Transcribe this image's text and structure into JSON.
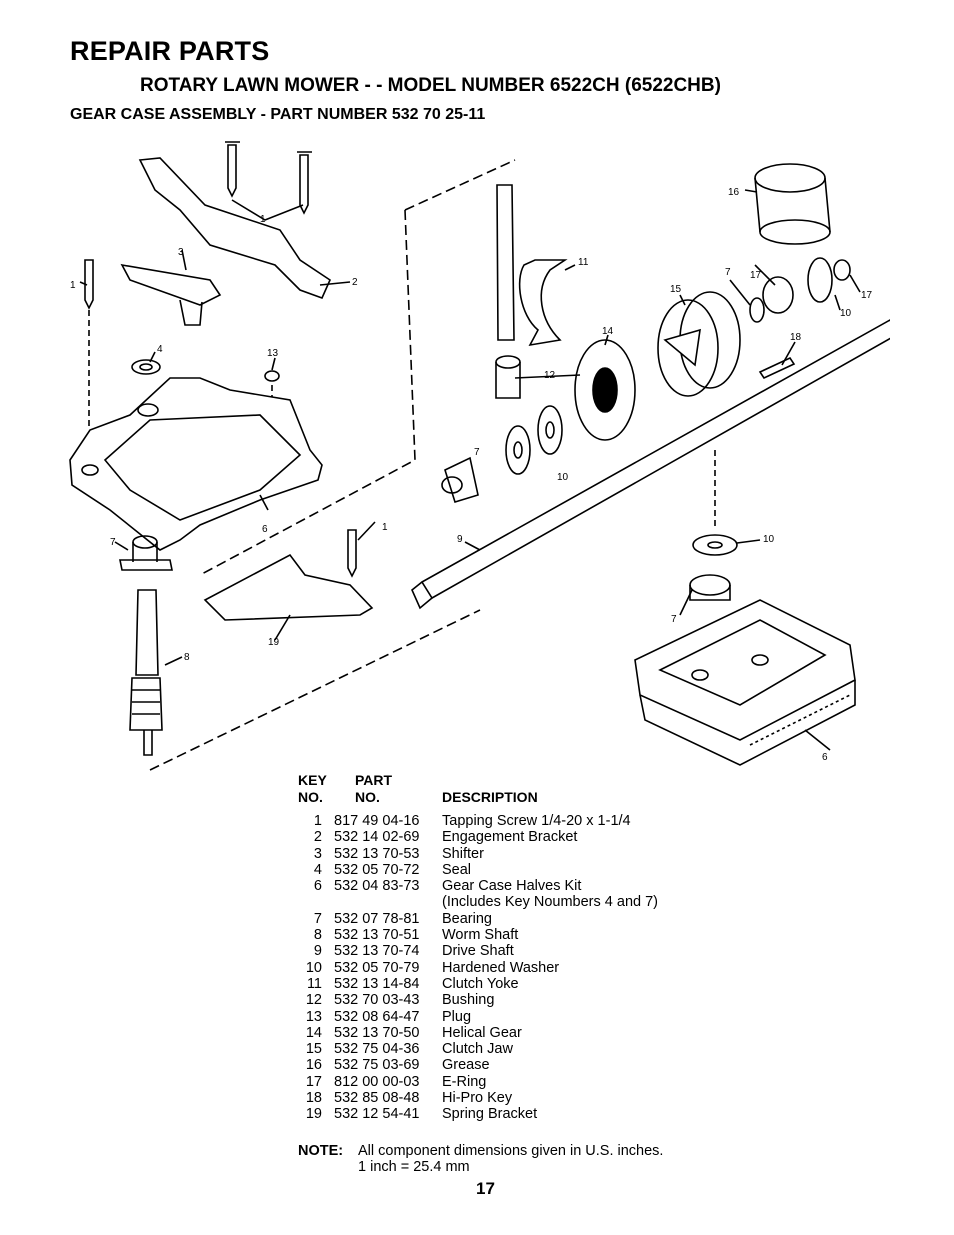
{
  "header": {
    "title": "REPAIR PARTS",
    "model_line": "ROTARY LAWN MOWER - - MODEL NUMBER 6522CH (6522CHB)",
    "assembly_line": "GEAR CASE ASSEMBLY - PART NUMBER 532 70 25-11"
  },
  "diagram": {
    "callouts": [
      "1",
      "1",
      "1",
      "2",
      "3",
      "4",
      "6",
      "6",
      "7",
      "7",
      "7",
      "7",
      "8",
      "9",
      "10",
      "10",
      "10",
      "11",
      "12",
      "13",
      "14",
      "15",
      "16",
      "17",
      "17",
      "18",
      "19"
    ]
  },
  "table": {
    "col_key": "KEY\nNO.",
    "col_key_1": "KEY",
    "col_key_2": "NO.",
    "col_part_1": "PART",
    "col_part_2": "NO.",
    "col_desc": "DESCRIPTION",
    "rows": [
      {
        "key": "1",
        "part": "817 49 04-16",
        "desc": "Tapping Screw  1/4-20 x 1-1/4"
      },
      {
        "key": "2",
        "part": "532 14 02-69",
        "desc": "Engagement Bracket"
      },
      {
        "key": "3",
        "part": "532 13 70-53",
        "desc": "Shifter"
      },
      {
        "key": "4",
        "part": "532 05 70-72",
        "desc": "Seal"
      },
      {
        "key": "6",
        "part": "532 04 83-73",
        "desc": "Gear Case Halves Kit"
      },
      {
        "key": "",
        "part": "",
        "desc": "(Includes Key Noumbers 4 and 7)"
      },
      {
        "key": "7",
        "part": "532 07 78-81",
        "desc": "Bearing"
      },
      {
        "key": "8",
        "part": "532 13 70-51",
        "desc": "Worm Shaft"
      },
      {
        "key": "9",
        "part": "532 13 70-74",
        "desc": "Drive Shaft"
      },
      {
        "key": "10",
        "part": "532 05 70-79",
        "desc": "Hardened Washer"
      },
      {
        "key": "11",
        "part": "532 13 14-84",
        "desc": "Clutch Yoke"
      },
      {
        "key": "12",
        "part": "532 70 03-43",
        "desc": "Bushing"
      },
      {
        "key": "13",
        "part": "532 08 64-47",
        "desc": "Plug"
      },
      {
        "key": "14",
        "part": "532 13 70-50",
        "desc": "Helical Gear"
      },
      {
        "key": "15",
        "part": "532 75 04-36",
        "desc": "Clutch Jaw"
      },
      {
        "key": "16",
        "part": "532 75 03-69",
        "desc": "Grease"
      },
      {
        "key": "17",
        "part": "812 00 00-03",
        "desc": "E-Ring"
      },
      {
        "key": "18",
        "part": "532 85 08-48",
        "desc": "Hi-Pro Key"
      },
      {
        "key": "19",
        "part": "532 12 54-41",
        "desc": "Spring Bracket"
      }
    ]
  },
  "note": {
    "label": "NOTE:",
    "line1": "All component dimensions given in U.S. inches.",
    "line2": "1 inch = 25.4 mm"
  },
  "page_number": "17"
}
